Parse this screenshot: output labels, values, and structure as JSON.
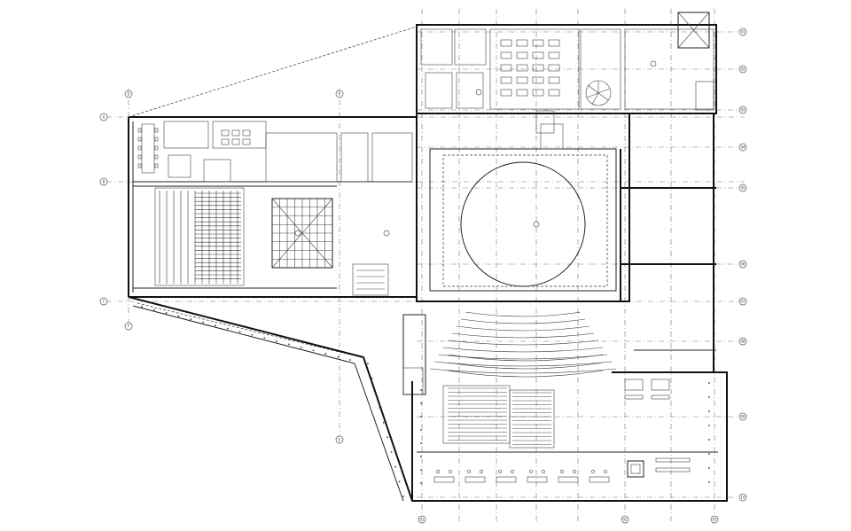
{
  "drawing": {
    "type": "architectural floor plan",
    "grid_bubbles": [
      {
        "id": "top-a",
        "label": "01"
      },
      {
        "id": "top-b",
        "label": "02"
      },
      {
        "id": "top-c",
        "label": "03"
      },
      {
        "id": "r1",
        "label": "01"
      },
      {
        "id": "r2",
        "label": "02"
      },
      {
        "id": "r3",
        "label": "03"
      },
      {
        "id": "r4",
        "label": "04"
      },
      {
        "id": "r5",
        "label": "05"
      },
      {
        "id": "r6",
        "label": "06"
      },
      {
        "id": "r7",
        "label": "07"
      },
      {
        "id": "r8",
        "label": "08"
      },
      {
        "id": "r9",
        "label": "09"
      },
      {
        "id": "r10",
        "label": "10"
      },
      {
        "id": "l1",
        "label": "A"
      },
      {
        "id": "l2",
        "label": "B"
      },
      {
        "id": "l3",
        "label": "C"
      },
      {
        "id": "b1",
        "label": "D"
      },
      {
        "id": "b2",
        "label": "E"
      },
      {
        "id": "b3",
        "label": "F"
      },
      {
        "id": "b4",
        "label": "G"
      }
    ],
    "colors": {
      "line": "#111111",
      "background": "#ffffff",
      "grid": "#777777"
    }
  }
}
